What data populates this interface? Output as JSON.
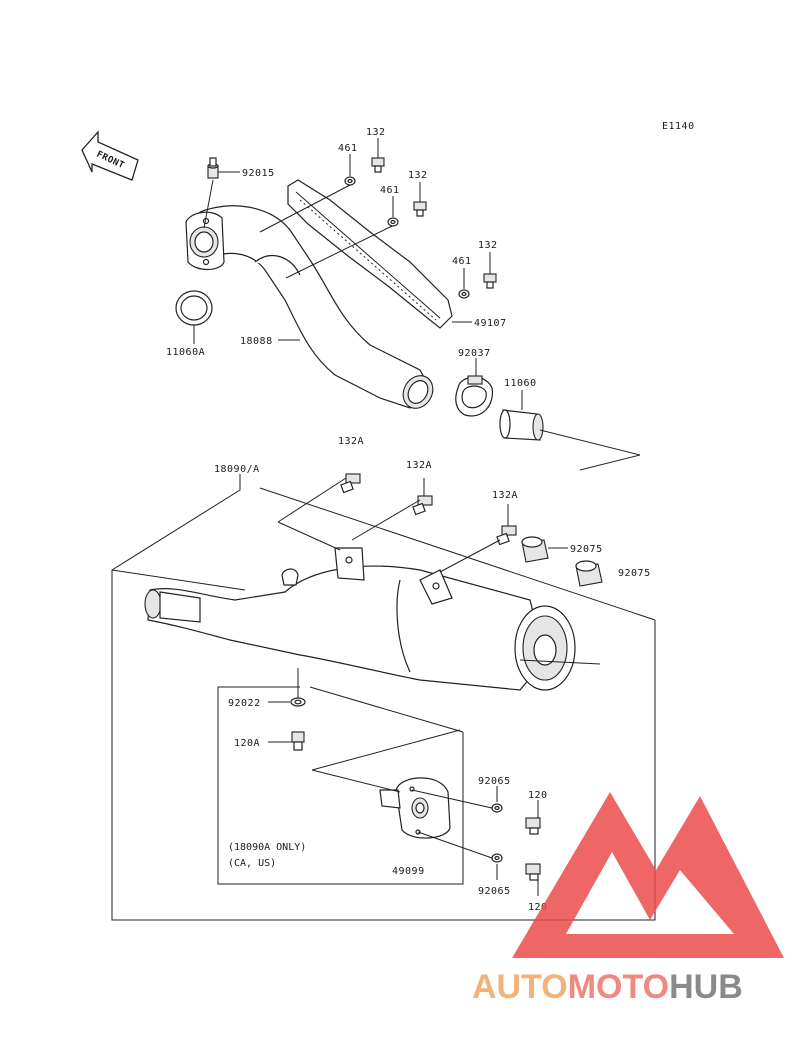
{
  "diagram_code": "E1140",
  "front_label": "FRONT",
  "parts": {
    "p92015": "92015",
    "p461_a": "461",
    "p132_a": "132",
    "p461_b": "461",
    "p132_b": "132",
    "p461_c": "461",
    "p132_c": "132",
    "p49107": "49107",
    "p11060A": "11060A",
    "p18088": "18088",
    "p92037": "92037",
    "p11060": "11060",
    "p132A_a": "132A",
    "p132A_b": "132A",
    "p132A_c": "132A",
    "p18090A": "18090/A",
    "p92075_a": "92075",
    "p92075_b": "92075",
    "p92022": "92022",
    "p120A": "120A",
    "p92065_a": "92065",
    "p120_a": "120",
    "p92065_b": "92065",
    "p120_b": "120",
    "p49099": "49099"
  },
  "note": {
    "line1": "(18090A ONLY)",
    "line2": "(CA, US)"
  },
  "watermark": {
    "part1": "AUTO",
    "part2": "MOTO",
    "part3": "HUB",
    "color1": "#f2b27a",
    "color2": "#ef8a80",
    "color3": "#8a8a8a",
    "logo_color": "#ec4b4b"
  }
}
